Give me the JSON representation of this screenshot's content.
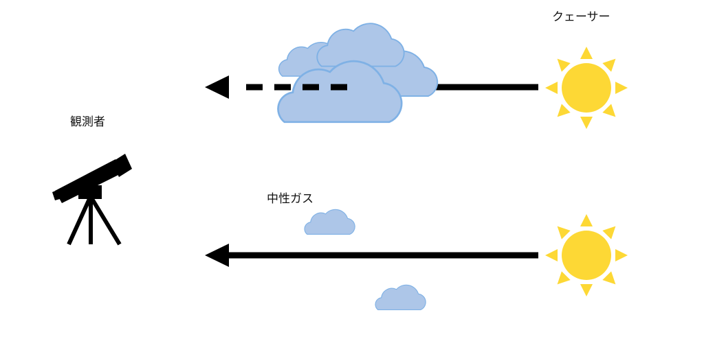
{
  "labels": {
    "quasar": "クェーサー",
    "observer": "観測者",
    "neutral_gas": "中性ガス"
  },
  "icons": {
    "observer": "telescope-icon",
    "source": "sun-icon",
    "absorber": "cloud-icon"
  },
  "colors": {
    "sun_fill": "#fdd835",
    "sun_ray": "#fdd835",
    "cloud_fill": "#adc6e8",
    "cloud_stroke": "#7fb1e5",
    "arrow": "#000000",
    "telescope": "#000000"
  },
  "rays": [
    {
      "name": "upper",
      "style": "solid-then-dashed",
      "absorbed": true
    },
    {
      "name": "lower",
      "style": "solid",
      "absorbed": false
    }
  ]
}
